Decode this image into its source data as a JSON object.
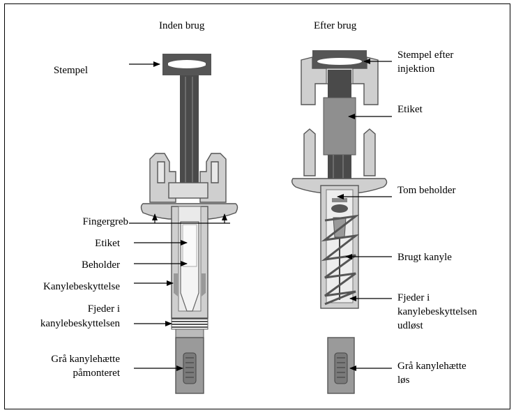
{
  "titles": {
    "before": "Inden brug",
    "after": "Efter brug"
  },
  "left_labels": {
    "stempel": "Stempel",
    "fingergreb": "Fingergreb",
    "etiket": "Etiket",
    "beholder": "Beholder",
    "kanylebeskyttelse": "Kanylebeskyttelse",
    "fjeder_1": "Fjeder i",
    "fjeder_2": "kanylebeskyttelsen",
    "hætte_1": "Grå kanylehætte",
    "hætte_2": "påmonteret"
  },
  "right_labels": {
    "stempel_1": "Stempel efter",
    "stempel_2": "injektion",
    "etiket": "Etiket",
    "tom_beholder": "Tom beholder",
    "brugt_kanyle": "Brugt kanyle",
    "fjeder_1": "Fjeder i",
    "fjeder_2": "kanylebeskyttelsen",
    "fjeder_3": "udløst",
    "hætte_1": "Grå kanylehætte",
    "hætte_2": "løs"
  }
}
